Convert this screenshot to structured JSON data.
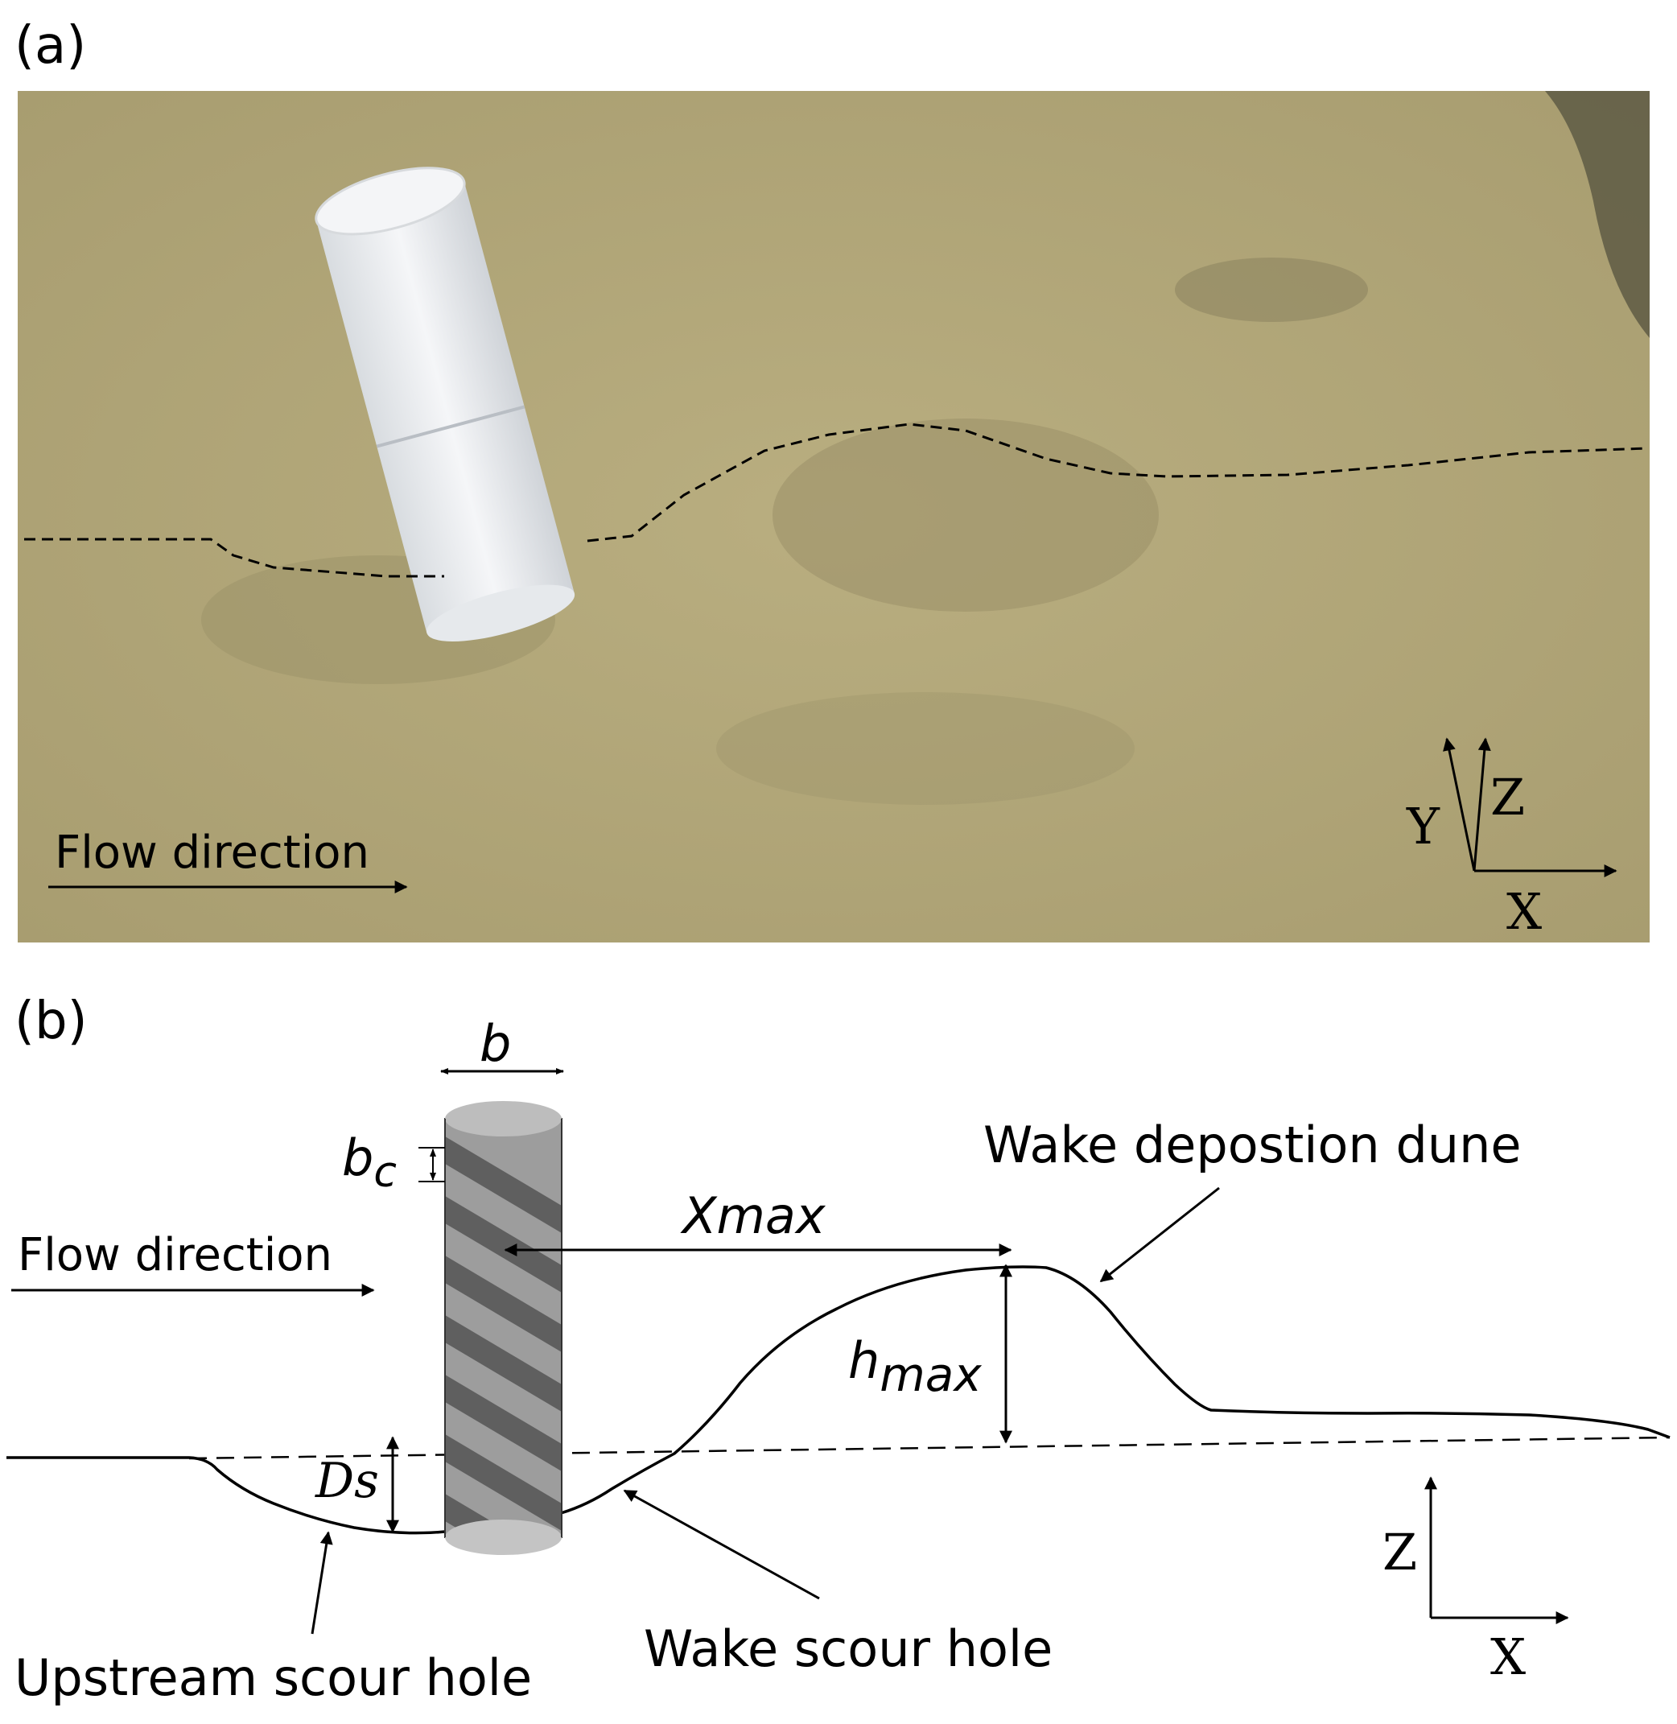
{
  "panel_a": {
    "label": "(a)",
    "flow_label": "Flow direction",
    "axes": {
      "y": "Y",
      "z": "Z",
      "x": "X"
    }
  },
  "panel_b": {
    "label": "(b)",
    "flow_label": "Flow direction",
    "pier_width": "b",
    "collar_pitch_base": "b",
    "collar_pitch_sub": "c",
    "xmax": "Xmax",
    "hmax_base": "h",
    "hmax_sub": "max",
    "ds": "Ds",
    "wake_dune_label": "Wake depostion dune",
    "wake_hole_label": "Wake scour hole",
    "upstream_hole_label": "Upstream scour hole",
    "axes": {
      "z": "Z",
      "x": "X"
    }
  },
  "colors": {
    "sand": "#b5aa7c",
    "sand_dark": "#8f8862",
    "pier_photo": "#eef0f2",
    "pier_diagram": "#9a9a9a",
    "collar_band": "#6b6b6b",
    "line": "#000000"
  }
}
